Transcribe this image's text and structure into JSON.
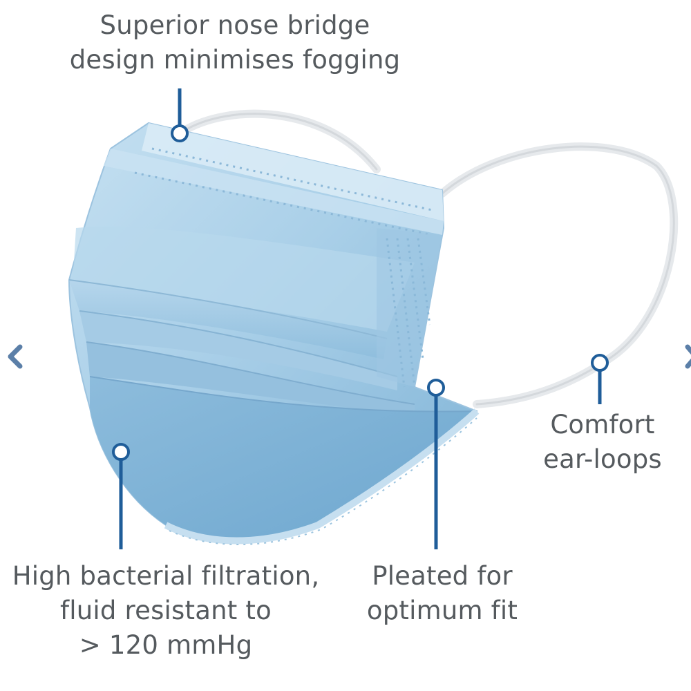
{
  "callouts": {
    "nose_bridge": {
      "lines": [
        "Superior nose bridge",
        "design minimises fogging"
      ]
    },
    "ear_loops": {
      "lines": [
        "Comfort",
        "ear-loops"
      ]
    },
    "filtration": {
      "lines": [
        "High bacterial filtration,",
        "fluid resistant to",
        "> 120 mmHg"
      ]
    },
    "pleated": {
      "lines": [
        "Pleated for",
        "optimum fit"
      ]
    }
  },
  "colors": {
    "accent": "#1f5d99",
    "text": "#555a5e",
    "mask_light": "#bcd9ec",
    "mask_mid": "#9fc6e0",
    "mask_dark": "#7fb2d4",
    "ear_loop": "#e8eaec",
    "arrow": "#5b7fa8"
  },
  "icons": {
    "prev": "chevron-left-icon",
    "next": "chevron-right-icon"
  }
}
